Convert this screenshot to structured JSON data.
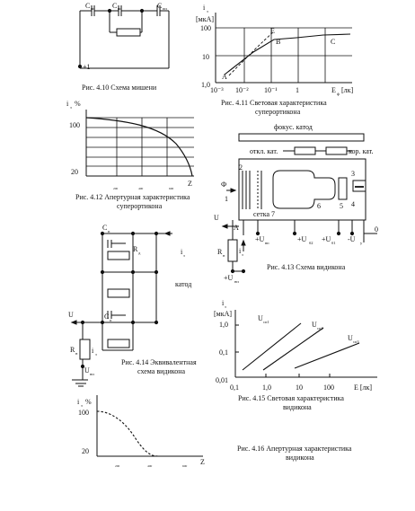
{
  "fig410": {
    "caption": "Рис. 4.10 Схема мишени",
    "caps": [
      "C",
      "C",
      "C"
    ],
    "caps_sub": [
      "пп",
      "ш",
      "пп"
    ],
    "plus_label": "+1"
  },
  "fig411": {
    "caption_line1": "Рис. 4.11 Световая характеристика",
    "caption_line2": "суперортикона",
    "ylabel_main": "i",
    "ylabel_sub": "з",
    "ylabel_units": "[мкА]",
    "xlabel_main": "E",
    "xlabel_sub": "ф",
    "xlabel_units": "[лк]",
    "y_ticks": [
      "100",
      "10",
      "1,0"
    ],
    "x_ticks": [
      "10⁻³",
      "10⁻²",
      "10⁻¹",
      "1"
    ],
    "point_labels": [
      "A",
      "B",
      "C",
      "E"
    ]
  },
  "fig412": {
    "caption_line1": "Рис. 4.12 Апертурная характеристика",
    "caption_line2": "суперортикона",
    "ylabel_main": "i",
    "ylabel_sub": "з",
    "ylabel_unit": "%",
    "xlabel": "Z",
    "y_ticks": [
      "100",
      "20"
    ],
    "x_ticks": [
      "200",
      "400",
      "600"
    ]
  },
  "fig413": {
    "caption": "Рис. 4.13 Схема видикона",
    "focus_label": "фокус. катод",
    "defl_label": "откл. кат.",
    "kor_label": "кор. кат.",
    "phi_label": "Ф",
    "mesh_label": "сетка 7",
    "numbers": [
      "1",
      "2",
      "3",
      "4",
      "5",
      "6",
      "0"
    ],
    "A_label": "A",
    "U_label": "U",
    "R_main": "R",
    "R_sub": "н",
    "i_main": "i",
    "i_sub": "з",
    "pot_labels": [
      {
        "main": "+U",
        "sub": "вп"
      },
      {
        "main": "+U",
        "sub": "б2"
      },
      {
        "main": "+U",
        "sub": "б1"
      },
      {
        "main": "-U",
        "sub": "у"
      },
      {
        "main": "+U",
        "sub": "нп"
      }
    ]
  },
  "fig414": {
    "caption_line1": "Рис. 4.14 Эквивалентная",
    "caption_line2": "схема видикона",
    "cap_labels": [
      {
        "main": "C",
        "sub": "п"
      },
      {
        "main": "C",
        "sub": "п"
      }
    ],
    "r_label": {
      "main": "R",
      "sub": "д"
    },
    "i_label": {
      "main": "i",
      "sub": "з"
    },
    "cathode_label": "катод",
    "U_label": "U",
    "Rn_label": {
      "main": "R",
      "sub": "н"
    },
    "Un_label": {
      "main": "U",
      "sub": "нп"
    },
    "i2_label": {
      "main": "i",
      "sub": "з"
    }
  },
  "fig415": {
    "caption_line1": "Рис. 4.15 Световая характеристика",
    "caption_line2": "видикона",
    "ylabel_main": "i",
    "ylabel_sub": "з",
    "ylabel_units": "[мкА]",
    "xlabel": "E [лк]",
    "y_ticks": [
      "1,0",
      "0,1",
      "0,01"
    ],
    "x_ticks": [
      "0,1",
      "1,0",
      "10",
      "100"
    ],
    "curve_labels": [
      {
        "main": "U",
        "sub": "сп1"
      },
      {
        "main": "U",
        "sub": "сп2"
      },
      {
        "main": "U",
        "sub": "сп3"
      }
    ]
  },
  "fig416": {
    "caption_line1": "Рис. 4.16 Апертурная характеристика",
    "caption_line2": "видикона",
    "ylabel_main": "i",
    "ylabel_sub": "з",
    "ylabel_unit": "%",
    "xlabel": "Z",
    "y_ticks": [
      "100",
      "20"
    ],
    "x_ticks": [
      "200",
      "400",
      "600"
    ]
  }
}
